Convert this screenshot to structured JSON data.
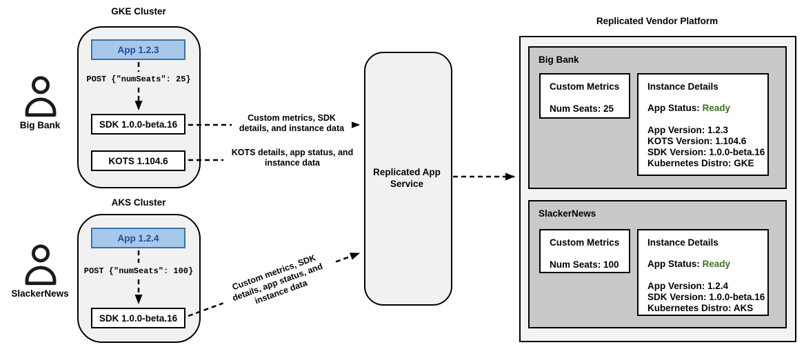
{
  "actors": [
    {
      "label": "Big Bank"
    },
    {
      "label": "SlackerNews"
    }
  ],
  "clusters": [
    {
      "title": "GKE Cluster",
      "app": "App 1.2.3",
      "post": "POST {\"numSeats\": 25}",
      "sdk": "SDK 1.0.0-beta.16",
      "kots": "KOTS 1.104.6"
    },
    {
      "title": "AKS Cluster",
      "app": "App 1.2.4",
      "post": "POST {\"numSeats\": 100}",
      "sdk": "SDK 1.0.0-beta.16"
    }
  ],
  "flows": [
    {
      "label": "Custom metrics, SDK details, and instance data"
    },
    {
      "label": "KOTS details, app status, and instance data"
    },
    {
      "label": "Custom metrics, SDK details, app status, and instance data"
    }
  ],
  "service": {
    "label": "Replicated App Service"
  },
  "platform": {
    "title": "Replicated Vendor Platform",
    "tenants": [
      {
        "name": "Big Bank",
        "metrics_title": "Custom Metrics",
        "metrics_value": "Num Seats: 25",
        "details_title": "Instance Details",
        "status_label": "App Status: ",
        "status_value": "Ready",
        "details": [
          "App Version: 1.2.3",
          "KOTS Version: 1.104.6",
          "SDK Version: 1.0.0-beta.16",
          "Kubernetes Distro: GKE"
        ]
      },
      {
        "name": "SlackerNews",
        "metrics_title": "Custom Metrics",
        "metrics_value": "Num Seats: 100",
        "details_title": "Instance Details",
        "status_label": "App Status: ",
        "status_value": "Ready",
        "details": [
          "App Version: 1.2.4",
          "SDK Version: 1.0.0-beta.16",
          "Kubernetes Distro: AKS"
        ]
      }
    ]
  },
  "colors": {
    "cluster_fill": "#f1f1f1",
    "app_fill": "#a8c8ea",
    "app_border": "#3572b0",
    "app_text": "#1b4e9b",
    "tenant_fill": "#c9c9c9",
    "platform_fill": "#f3f3f3",
    "status_ready_green": "#38761d",
    "line_black": "#000000"
  }
}
